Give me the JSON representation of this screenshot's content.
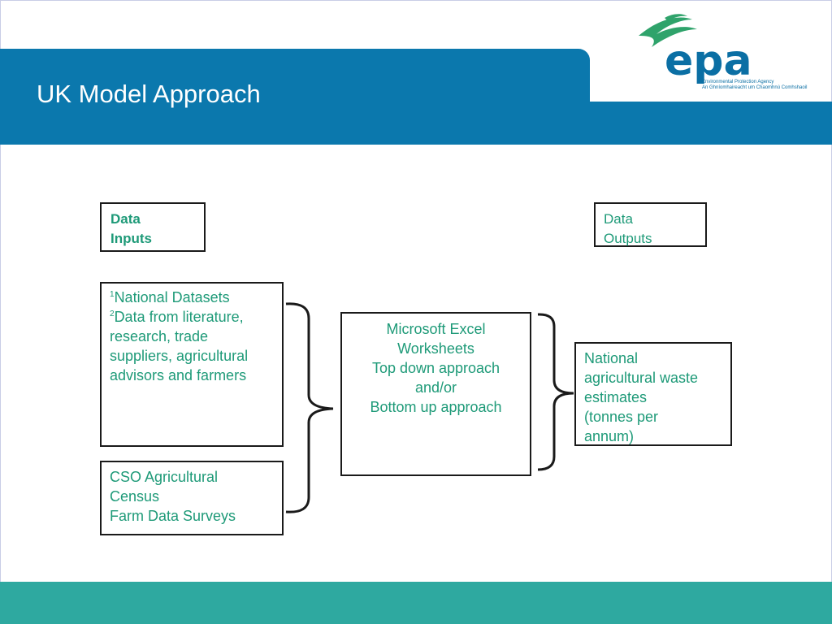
{
  "header": {
    "title": "UK Model Approach"
  },
  "logo": {
    "brand_text": "epa",
    "tagline_line1": "Environmental Protection Agency",
    "tagline_line2": "An Ghníomhaireacht um Chaomhnú Comhshaoil"
  },
  "diagram": {
    "data_inputs": {
      "line1": "Data",
      "line2": "Inputs"
    },
    "data_outputs": {
      "line1": "Data",
      "line2": "Outputs"
    },
    "datasets": {
      "sup1": "1",
      "line1": "National Datasets",
      "sup2": "2",
      "line2": "Data from literature,",
      "line3": "research, trade",
      "line4": "suppliers, agricultural",
      "line5": "advisors and farmers"
    },
    "cso": {
      "line1": "CSO Agricultural",
      "line2": "Census",
      "line3": "Farm Data Surveys"
    },
    "excel": {
      "line1": "Microsoft Excel",
      "line2": "Worksheets",
      "line3": "Top down approach",
      "line4": "and/or",
      "line5": "Bottom up approach"
    },
    "output": {
      "line1": "National",
      "line2": "agricultural waste",
      "line3": "estimates",
      "line4": "(tonnes per",
      "line5": "annum)"
    }
  },
  "colors": {
    "header_blue": "#0b78ad",
    "footer_teal": "#2ea9a0",
    "text_green": "#1e9a78",
    "logo_green": "#2fa36b",
    "logo_blue": "#0b6fa4"
  }
}
